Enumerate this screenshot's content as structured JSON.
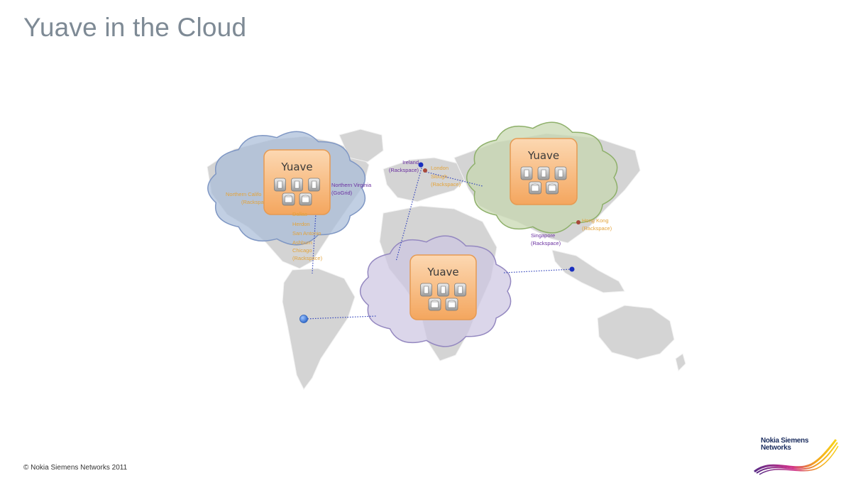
{
  "slide": {
    "title": "Yuave in the Cloud",
    "copyright": "© Nokia Siemens Networks 2011"
  },
  "logo": {
    "line1": "Nokia Siemens",
    "line2": "Networks"
  },
  "clouds": [
    {
      "id": "americas",
      "box_label": "Yuave",
      "color": "#a9bcd8",
      "locations": [
        {
          "name": "Northern Califo",
          "provider": "(Rackspa",
          "color": "#e3a33a"
        },
        {
          "name": "Northern Virginia",
          "provider": "(GoGrid)",
          "color": "#6a2fa0"
        },
        {
          "name": "Dallas",
          "provider": "",
          "color": "#e3a33a"
        },
        {
          "name": "Herdon",
          "provider": "",
          "color": "#e3a33a"
        },
        {
          "name": "San Antonio",
          "provider": "",
          "color": "#e3a33a"
        },
        {
          "name": "Ashburn",
          "provider": "",
          "color": "#e3a33a"
        },
        {
          "name": "Chicago",
          "provider": "(Rackspace)",
          "color": "#e3a33a"
        }
      ]
    },
    {
      "id": "asia",
      "box_label": "Yuave",
      "color": "#c6d7ae",
      "locations": [
        {
          "name": "Ireland",
          "provider": "(Rackspace)",
          "color": "#6a2fa0"
        },
        {
          "name": "London",
          "provider": "",
          "color": "#e3a33a"
        },
        {
          "name": "Slough",
          "provider": "(Rackspace)",
          "color": "#e3a33a"
        },
        {
          "name": "Hong Kong",
          "provider": "(Rackspace)",
          "color": "#e3a33a"
        },
        {
          "name": "Singapore",
          "provider": "(Rackspace)",
          "color": "#6a2fa0"
        }
      ]
    },
    {
      "id": "africa",
      "box_label": "Yuave",
      "color": "#cdc6e2",
      "locations": []
    }
  ],
  "colors": {
    "title": "#7e8a95",
    "box_fill": "#f7b97f",
    "box_border": "#e69a52",
    "link_line": "#3344bb",
    "pin_blue": "#1a2fbf",
    "pin_red": "#a8483a",
    "continents": "#d4d4d4"
  }
}
